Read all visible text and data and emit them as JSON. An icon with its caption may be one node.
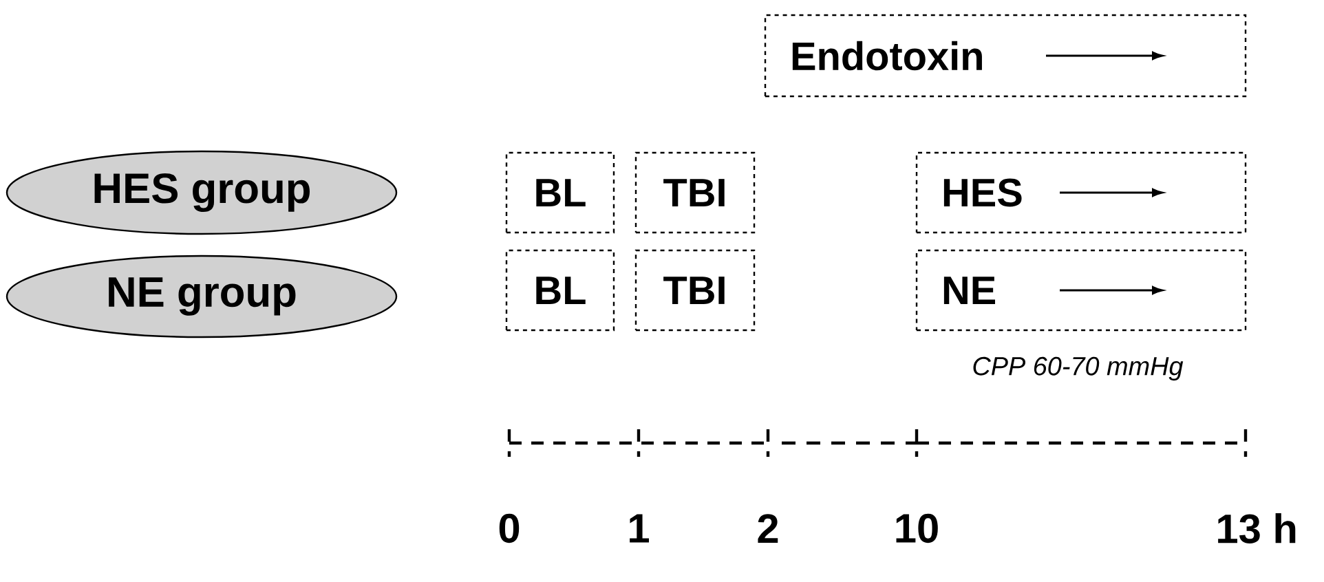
{
  "diagram": {
    "nodes": [
      {
        "text": [
          "HES group"
        ]
      },
      {
        "text": [
          "NE group"
        ]
      },
      {
        "text": [
          "Endotoxin"
        ]
      },
      {
        "text": [
          "BL"
        ]
      },
      {
        "text": [
          "TBI"
        ]
      },
      {
        "text": [
          "HES"
        ]
      },
      {
        "text": [
          "BL"
        ]
      },
      {
        "text": [
          "TBI"
        ]
      },
      {
        "text": [
          "NE"
        ]
      }
    ],
    "labels": [
      "CPP 60-70 mmHg",
      "0",
      "1",
      "2",
      "10",
      "13 h"
    ]
  }
}
